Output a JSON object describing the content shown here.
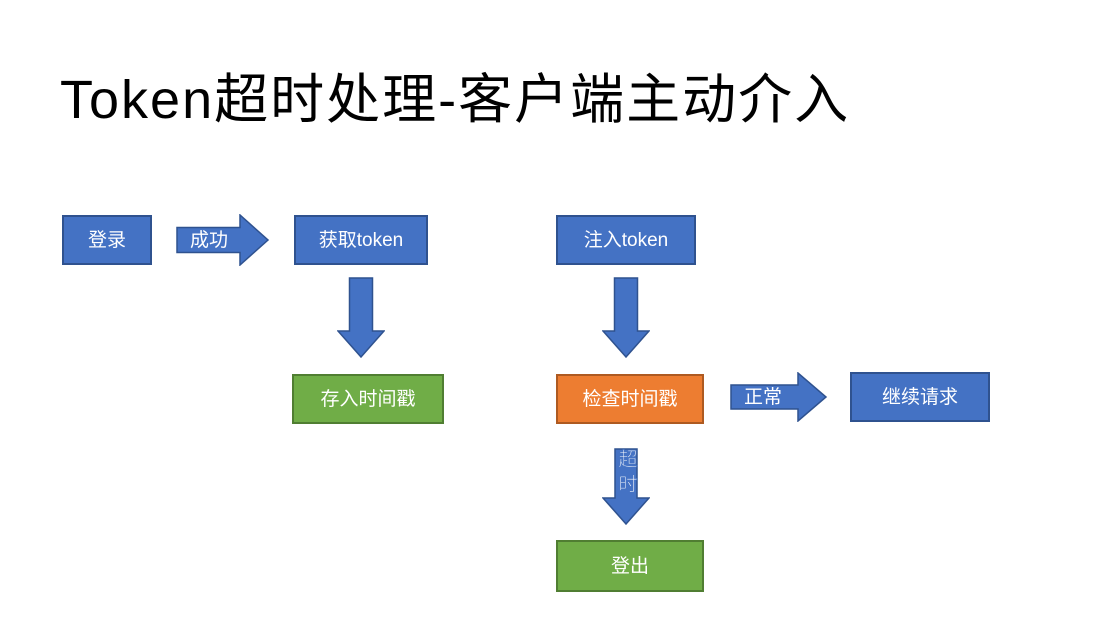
{
  "slide": {
    "title": "Token超时处理-客户端主动介入"
  },
  "colors": {
    "blue_fill": "#4472C4",
    "blue_border": "#2F528F",
    "green_fill": "#70AD47",
    "green_border": "#507E32",
    "orange_fill": "#ED7D31",
    "orange_border": "#AE5A21",
    "node_text": "#FFFFFF",
    "title_color": "#000000",
    "bg": "#FFFFFF"
  },
  "flowchart": {
    "nodes": [
      {
        "id": "login",
        "label": "登录",
        "color": "blue"
      },
      {
        "id": "get-token",
        "label": "获取token",
        "color": "blue"
      },
      {
        "id": "inject-token",
        "label": "注入token",
        "color": "blue"
      },
      {
        "id": "store-timestamp",
        "label": "存入时间戳",
        "color": "green"
      },
      {
        "id": "check-timestamp",
        "label": "检查时间戳",
        "color": "orange"
      },
      {
        "id": "continue-request",
        "label": "继续请求",
        "color": "blue"
      },
      {
        "id": "logout",
        "label": "登出",
        "color": "green"
      }
    ],
    "arrows": [
      {
        "id": "success",
        "label": "成功",
        "direction": "right",
        "from": "登录",
        "to": "获取token"
      },
      {
        "id": "down-1",
        "label": "",
        "direction": "down",
        "from": "获取token",
        "to": "存入时间戳"
      },
      {
        "id": "down-2",
        "label": "",
        "direction": "down",
        "from": "注入token",
        "to": "检查时间戳"
      },
      {
        "id": "normal",
        "label": "正常",
        "direction": "right",
        "from": "检查时间戳",
        "to": "继续请求"
      },
      {
        "id": "timeout",
        "label": "超时",
        "direction": "down",
        "from": "检查时间戳",
        "to": "登出"
      }
    ]
  }
}
